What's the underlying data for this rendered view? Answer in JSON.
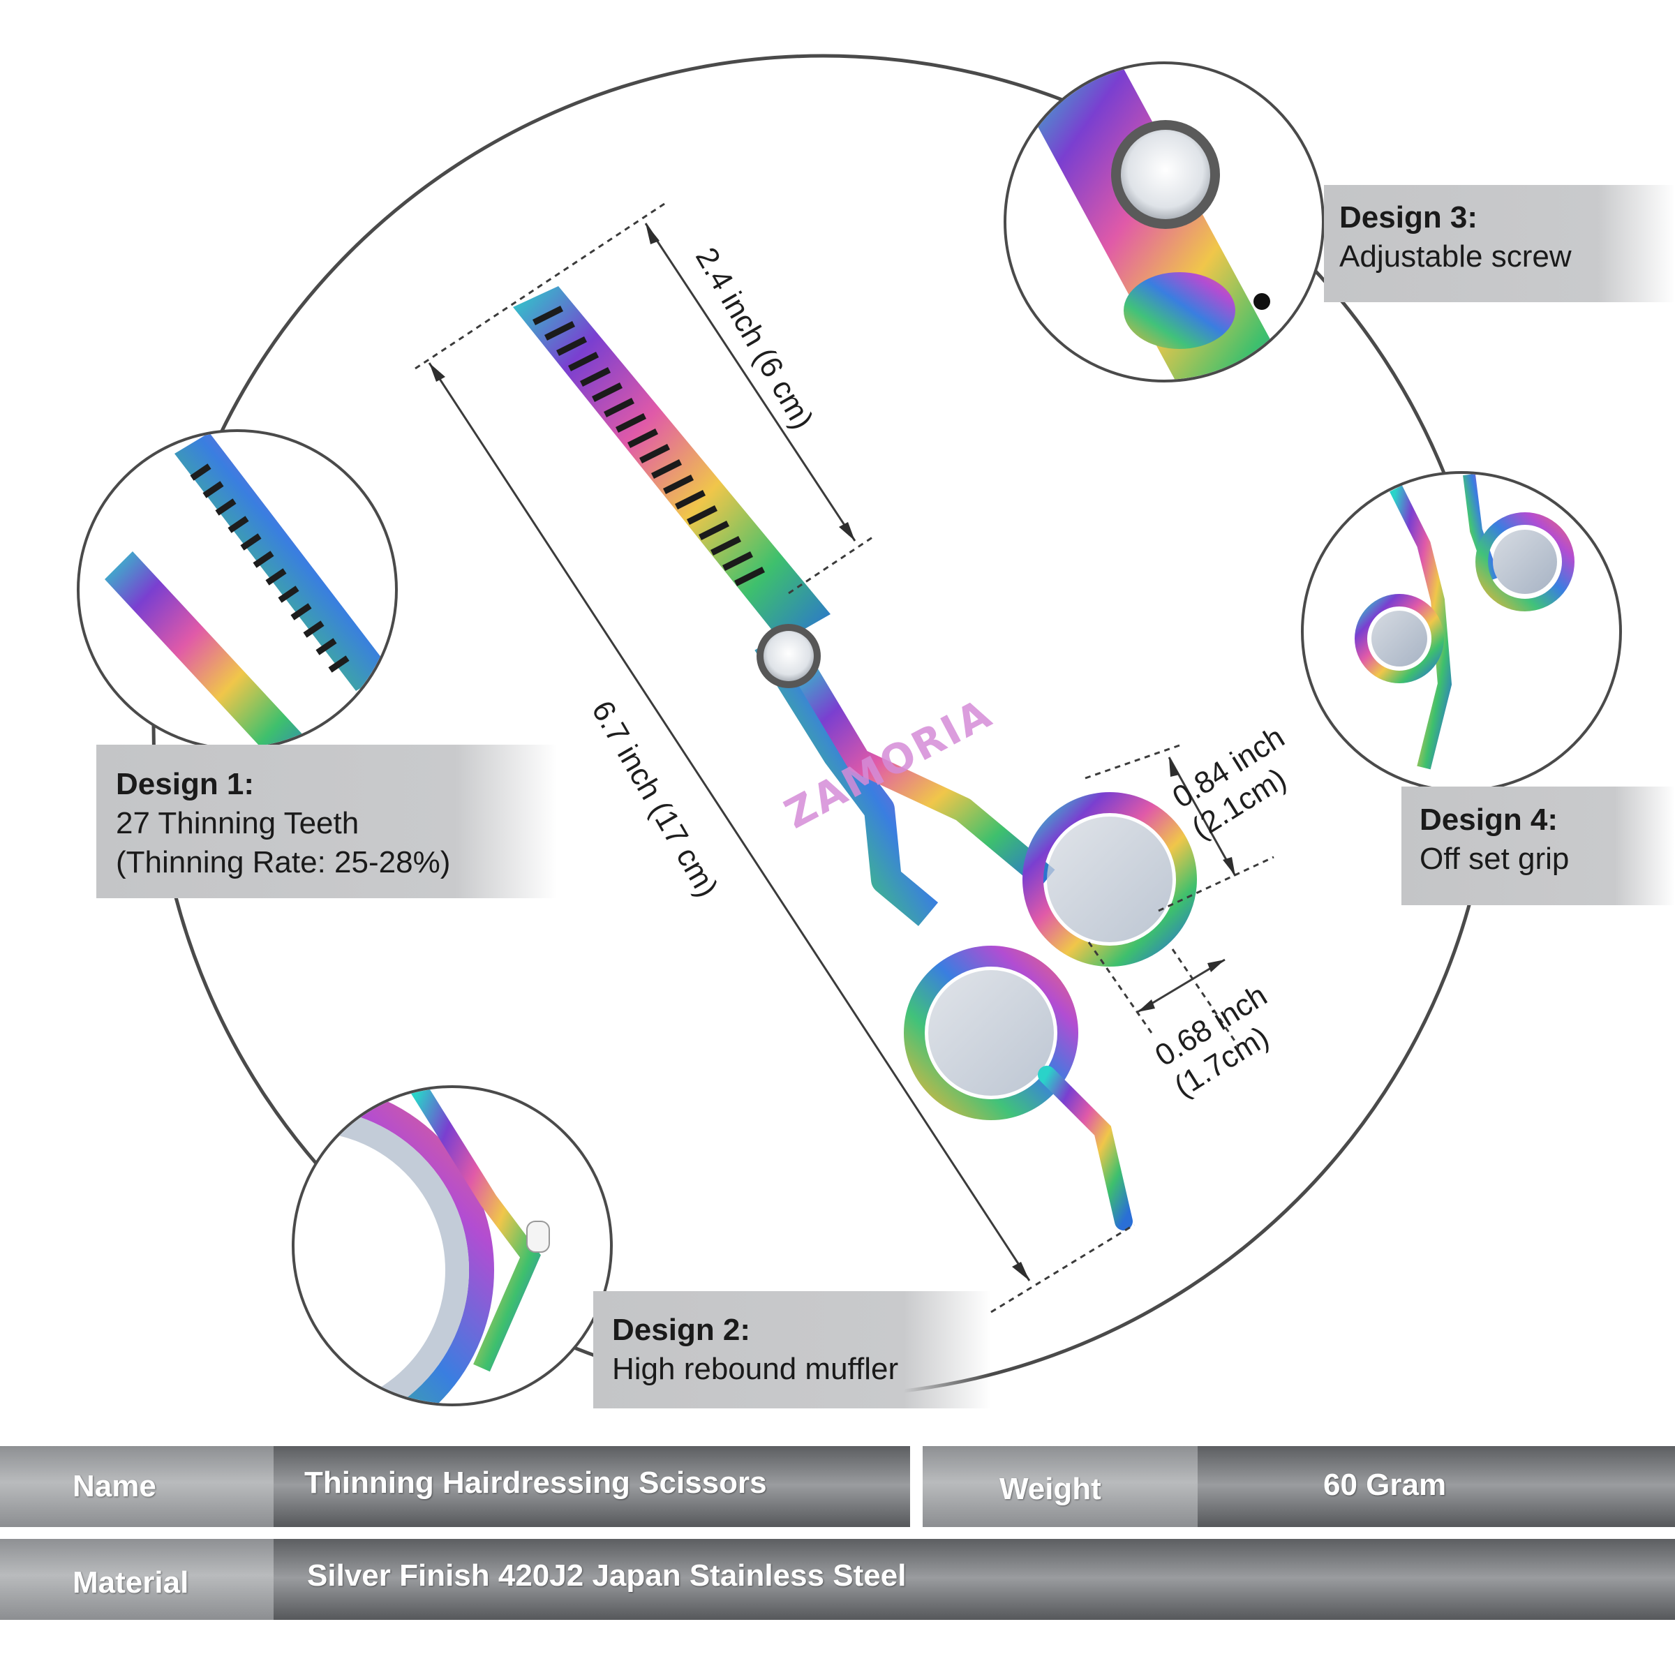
{
  "callouts": [
    {
      "title": "Design 1:",
      "lines": [
        "27 Thinning Teeth",
        "(Thinning Rate: 25-28%)"
      ]
    },
    {
      "title": "Design 2:",
      "lines": [
        "High rebound muffler"
      ]
    },
    {
      "title": "Design 3:",
      "lines": [
        "Adjustable screw"
      ]
    },
    {
      "title": "Design 4:",
      "lines": [
        "Off set grip"
      ]
    }
  ],
  "dimensions": {
    "overall_length": "6.7 inch (17 cm)",
    "blade_length": "2.4 inch (6 cm)",
    "ring_a": [
      "0.84 inch",
      "(2.1cm)"
    ],
    "ring_b": [
      "0.68 inch",
      "(1.7cm)"
    ]
  },
  "logo": "ZAMORIA",
  "specs": {
    "name_label": "Name",
    "name_value": "Thinning Hairdressing Scissors",
    "weight_label": "Weight",
    "weight_value": "60 Gram",
    "material_label": "Material",
    "material_value": "Silver Finish 420J2 Japan Stainless Steel"
  },
  "colors": {
    "background": "#ffffff",
    "circle_outline": "#4a4a4a",
    "callout_box": "#c9cacc",
    "spec_bar": "#8a8c8f"
  }
}
